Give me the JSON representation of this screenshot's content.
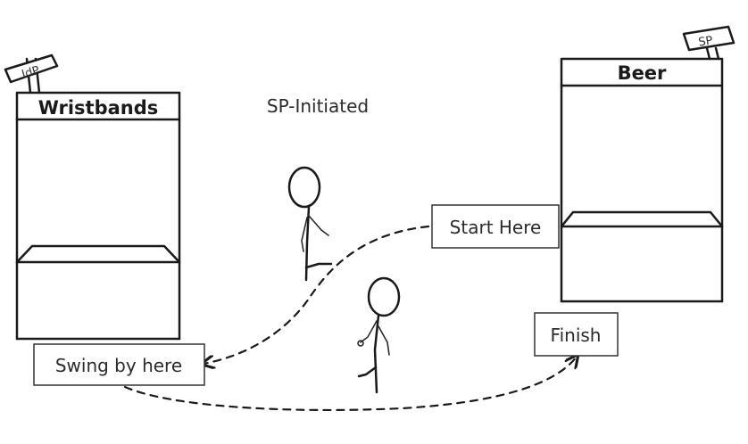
{
  "title": "SP-Initiated",
  "booths": {
    "idp": {
      "sign": "Wristbands",
      "signpost": "IdP"
    },
    "sp": {
      "sign": "Beer",
      "signpost": "SP"
    }
  },
  "labels": {
    "start": "Start Here",
    "swing": "Swing by here",
    "finish": "Finish"
  },
  "colors": {
    "ink": "#1a1a1a",
    "background": "#ffffff"
  }
}
